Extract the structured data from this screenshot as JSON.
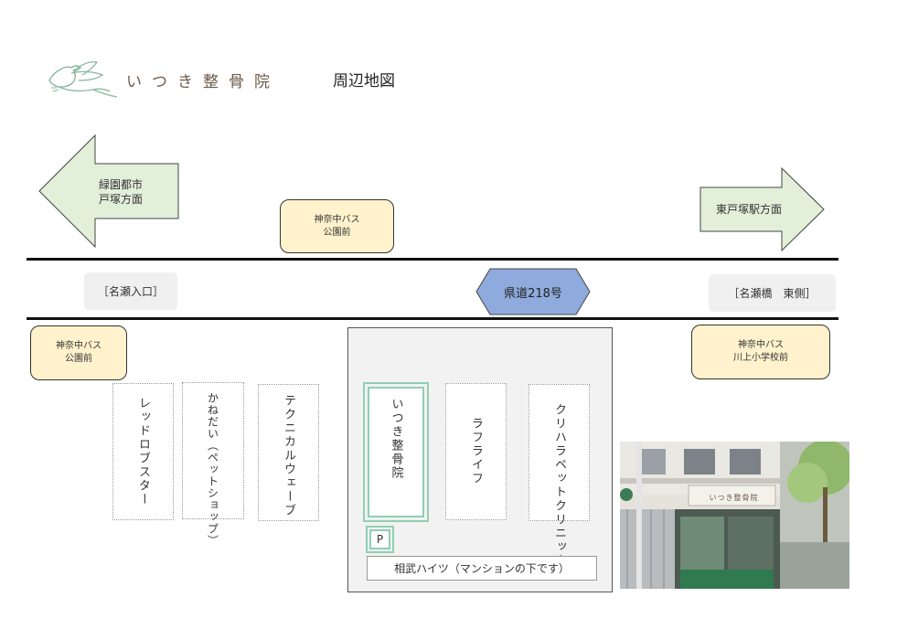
{
  "header": {
    "logo_text": "いつき整骨院",
    "page_title": "周辺地図"
  },
  "directions": {
    "left": [
      "緑園都市",
      "戸塚方面"
    ],
    "right": "東戸塚駅方面"
  },
  "bus_stops": {
    "top_center": [
      "神奈中バス",
      "公園前"
    ],
    "left": [
      "神奈中バス",
      "公園前"
    ],
    "right": [
      "神奈中バス",
      "川上小学校前"
    ]
  },
  "road": {
    "left_label": "［名瀬入口］",
    "route_sign": "県道218号",
    "right_label": "［名瀬橋　東側］"
  },
  "shops": {
    "red_lobster": "レッドロブスター",
    "kanedai": "かねだい（ペットショップ）",
    "technical_wave": "テクニカルウェーブ",
    "itsuki": "いつき整骨院",
    "lalalife": "ラフライフ",
    "kurihara": "クリハラペットクリニック"
  },
  "building": {
    "parking": "P",
    "mansion_label": "相武ハイツ（マンションの下です）"
  },
  "photo": {
    "signboard": "いつき整骨院"
  },
  "colors": {
    "arrow_fill": "#e2efd9",
    "bus_stop_fill": "#fff2cc",
    "route_sign_fill": "#8faadc",
    "accent_green": "#8fcfb4"
  }
}
